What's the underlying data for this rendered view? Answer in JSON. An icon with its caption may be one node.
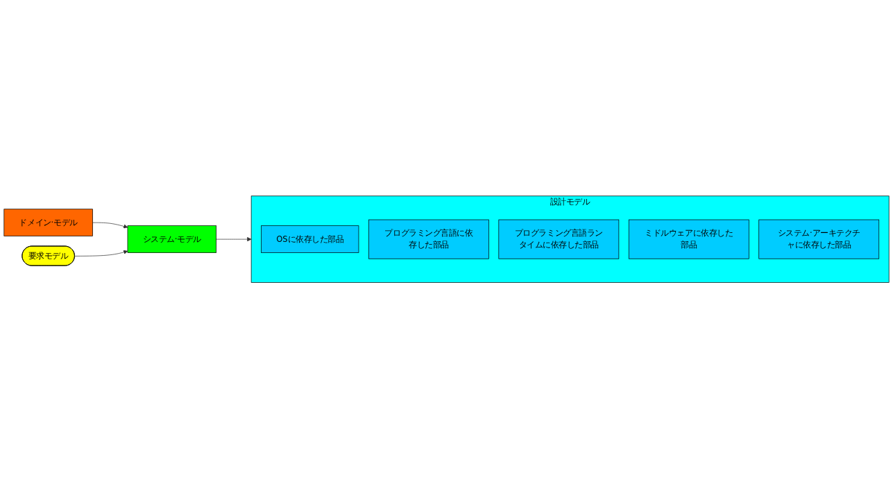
{
  "diagram": {
    "nodes": [
      {
        "text": [
          "ドメイン·モデル"
        ]
      },
      {
        "text": [
          "要求モデル"
        ]
      },
      {
        "text": [
          "システム·モデル"
        ]
      },
      {
        "text": [
          "設計モデル"
        ]
      },
      {
        "text": [
          "OSに依存した部品"
        ],
        "in": 3
      },
      {
        "text": [
          "プログラミング言語に依存した部品"
        ],
        "in": 3
      },
      {
        "text": [
          "プログラミング言語ランタイムに依存した部品"
        ],
        "in": 3
      },
      {
        "text": [
          "ミドルウェアに依存した部品"
        ],
        "in": 3
      },
      {
        "text": [
          "システム·アーキテクチャに依存した部品"
        ],
        "in": 3
      }
    ],
    "edges": [
      {
        "from": 0,
        "to": 2,
        "arrow": "to"
      },
      {
        "from": 1,
        "to": 2,
        "arrow": "to"
      },
      {
        "from": 2,
        "to": 3,
        "arrow": "to"
      }
    ]
  }
}
